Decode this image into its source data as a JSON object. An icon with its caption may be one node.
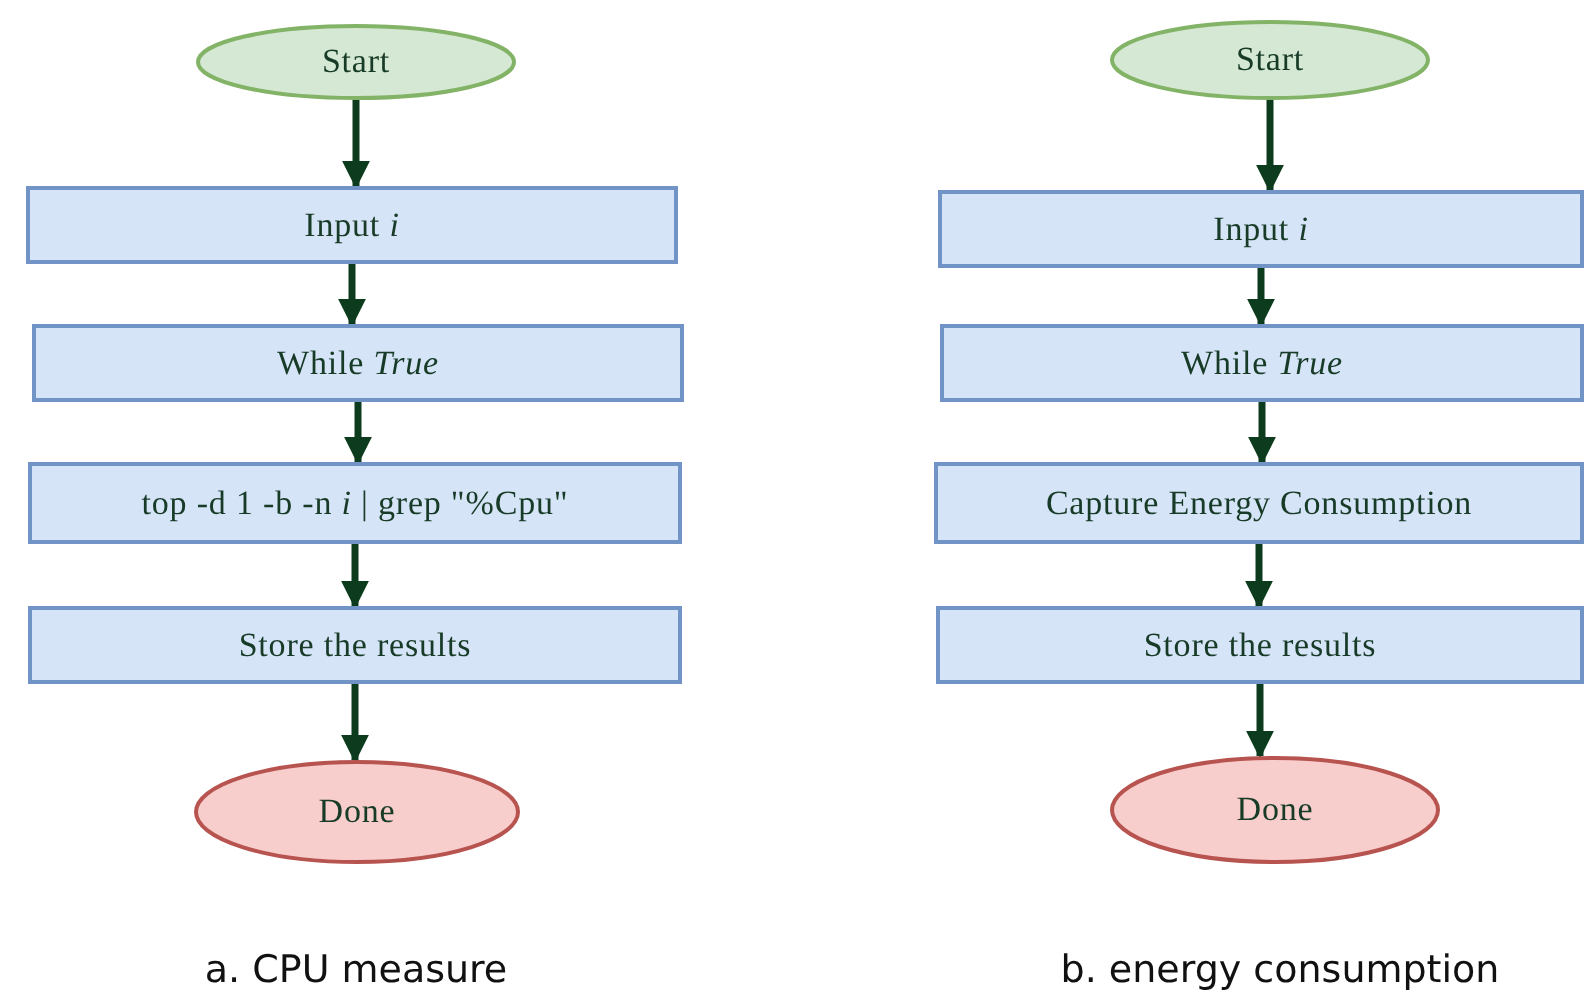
{
  "diagram": {
    "nodes": [
      {
        "text": [
          "Start"
        ]
      },
      {
        "text": [
          "Input *i*"
        ]
      },
      {
        "text": [
          "While *True*"
        ]
      },
      {
        "text": [
          "top -d 1 -b -n *i* | grep \"%Cpu\""
        ]
      },
      {
        "text": [
          "Store the results"
        ]
      },
      {
        "text": [
          "Done"
        ]
      },
      {
        "text": [
          "Start"
        ]
      },
      {
        "text": [
          "Input *i*"
        ]
      },
      {
        "text": [
          "While *True*"
        ]
      },
      {
        "text": [
          "Capture Energy Consumption"
        ]
      },
      {
        "text": [
          "Store the results"
        ]
      },
      {
        "text": [
          "Done"
        ]
      }
    ],
    "edges": [
      {
        "from": 0,
        "to": 1,
        "arrow": "to"
      },
      {
        "from": 1,
        "to": 2,
        "arrow": "to"
      },
      {
        "from": 2,
        "to": 3,
        "arrow": "to"
      },
      {
        "from": 3,
        "to": 4,
        "arrow": "to"
      },
      {
        "from": 4,
        "to": 5,
        "arrow": "to"
      },
      {
        "from": 6,
        "to": 7,
        "arrow": "to"
      },
      {
        "from": 7,
        "to": 8,
        "arrow": "to"
      },
      {
        "from": 8,
        "to": 9,
        "arrow": "to"
      },
      {
        "from": 9,
        "to": 10,
        "arrow": "to"
      },
      {
        "from": 10,
        "to": 11,
        "arrow": "to"
      }
    ],
    "labels": [
      "a. CPU measure",
      "b. energy consumption"
    ]
  }
}
